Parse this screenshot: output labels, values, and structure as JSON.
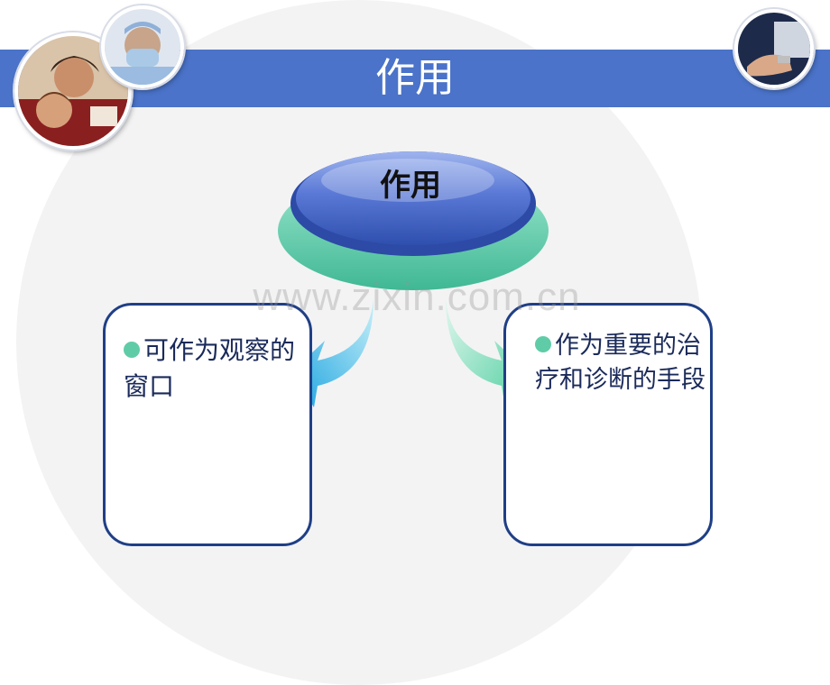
{
  "slide": {
    "title": "作用"
  },
  "diagram": {
    "center_label": "作用",
    "left_box": {
      "text": "可作为观察的窗口"
    },
    "right_box": {
      "text": "作为重要的治疗和诊断的手段"
    }
  },
  "watermark": "www.zixin.com.cn",
  "colors": {
    "title_bar": "#4a73c9",
    "ellipse_blue": "#4f6fd0",
    "ellipse_green": "#6fd6b3",
    "box_border": "#1f3f86",
    "bullet": "#5fcca7"
  }
}
